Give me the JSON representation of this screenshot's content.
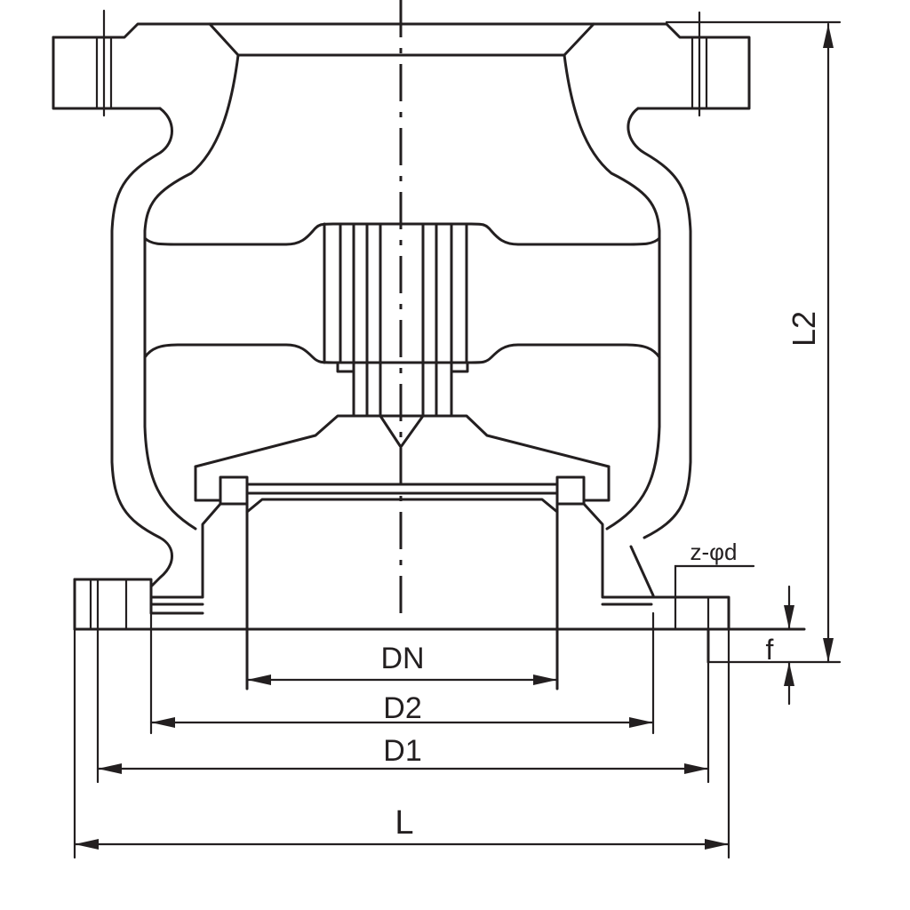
{
  "labels": {
    "dn": "DN",
    "d2": "D2",
    "d1": "D1",
    "l": "L",
    "l2": "L2",
    "f": "f",
    "holes": "z-φd"
  }
}
